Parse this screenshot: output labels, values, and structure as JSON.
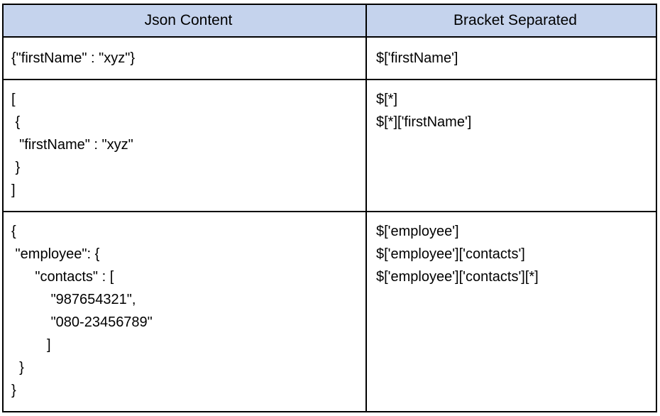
{
  "table": {
    "columns": [
      {
        "key": "json_content",
        "label": "Json Content"
      },
      {
        "key": "bracket_separated",
        "label": "Bracket Separated"
      }
    ],
    "header_background": "#c5d3ed",
    "border_color": "#000000",
    "text_color": "#000000",
    "rows": [
      {
        "json_content": "{\"firstName\" : \"xyz\"}",
        "bracket_separated": "$['firstName']"
      },
      {
        "json_content": "[\n {\n  \"firstName\" : \"xyz\"\n }\n]",
        "bracket_separated": "$[*]\n$[*]['firstName']"
      },
      {
        "json_content": "{\n \"employee\": {\n      \"contacts\" : [\n          \"987654321\",\n          \"080-23456789\"\n         ]\n  }\n}",
        "bracket_separated": "$['employee']\n$['employee']['contacts']\n$['employee']['contacts'][*]"
      }
    ]
  }
}
